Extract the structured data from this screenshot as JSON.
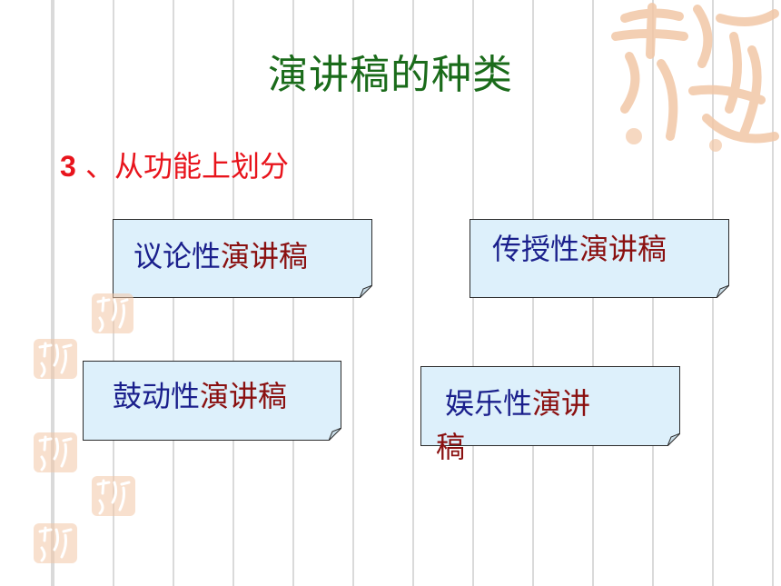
{
  "slide": {
    "title": "演讲稿的种类",
    "subtitle_num": "3",
    "subtitle_text": " 、从功能上划分"
  },
  "boxes": [
    {
      "prefix": "议论性",
      "suffix": "演讲稿"
    },
    {
      "prefix": "传授性",
      "suffix": "演讲稿"
    },
    {
      "prefix": "鼓动性",
      "suffix": "演讲稿"
    },
    {
      "prefix": "娱乐性",
      "suffix": "演讲",
      "wrap": "稿"
    }
  ],
  "decor": {
    "seal_large_icon": "calligraphy-seal-icon",
    "seal_small_icon": "calligraphy-seal-small-icon",
    "seal_color": "#f2c7a6"
  },
  "colors": {
    "title": "#1a6b1a",
    "subtitle": "#e8141c",
    "box_fill": "#ddf0fb",
    "box_text_blue": "#1a1f8c",
    "box_text_red": "#8a1010"
  }
}
